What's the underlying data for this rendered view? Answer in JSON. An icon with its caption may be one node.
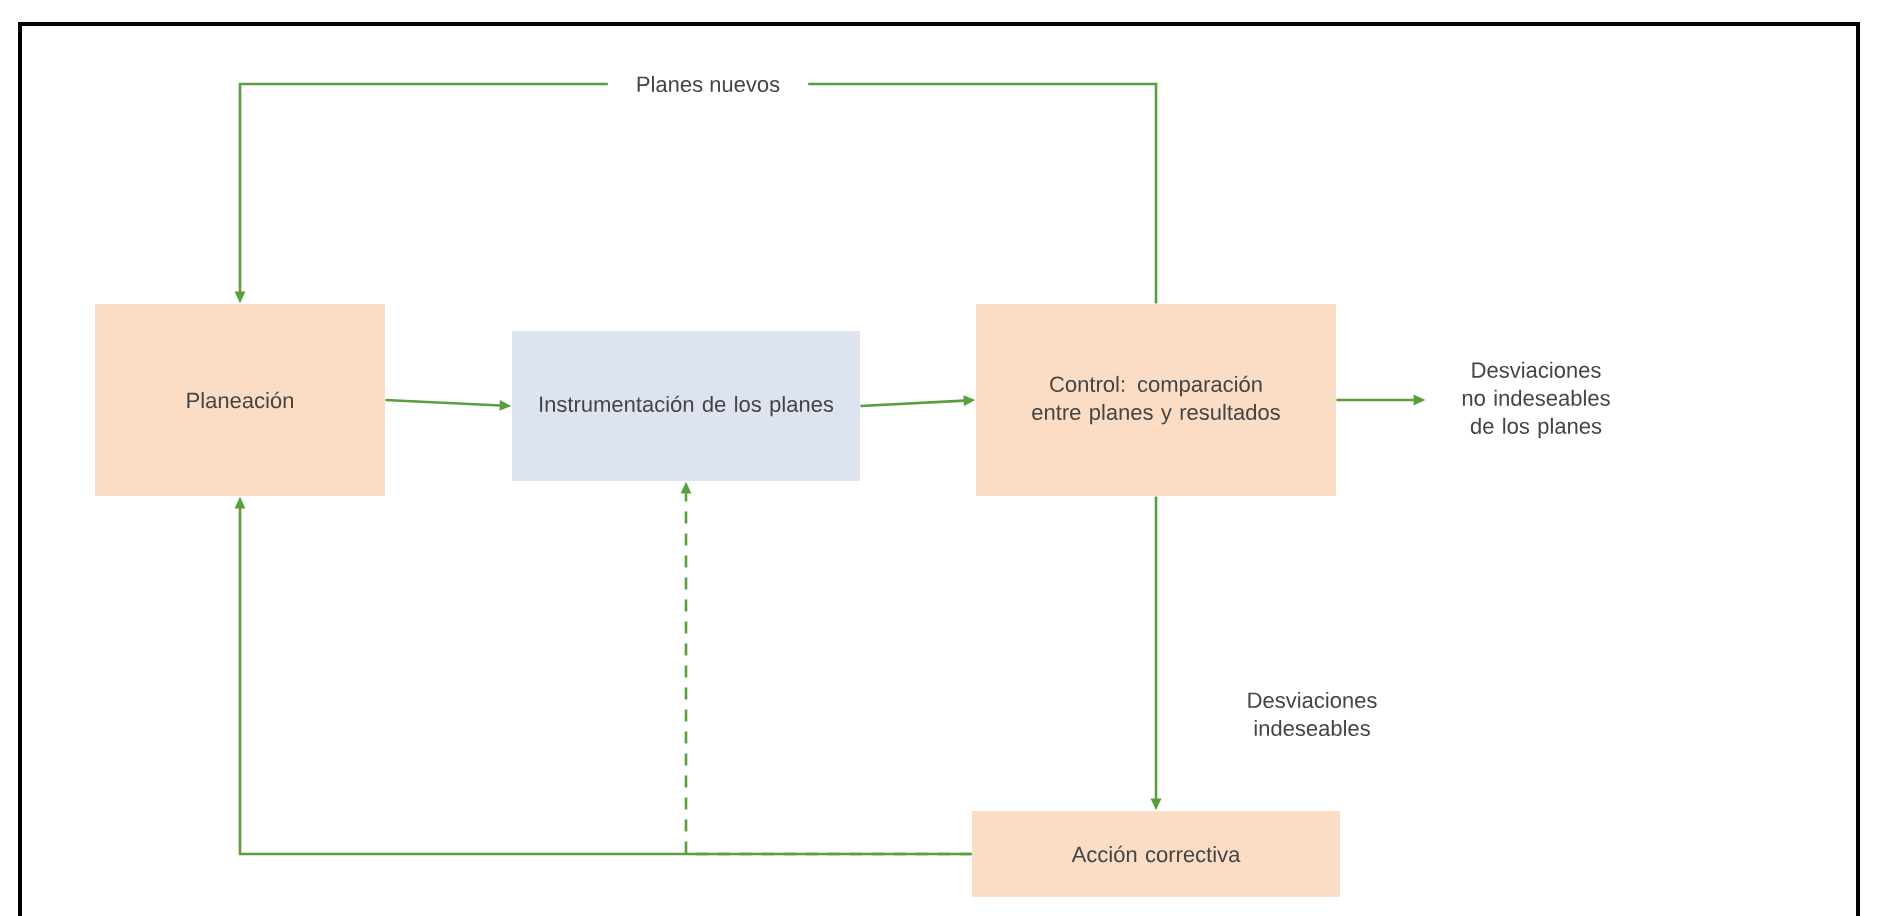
{
  "diagram": {
    "nodes": [
      {
        "text": [
          "Planeación"
        ]
      },
      {
        "text": [
          "Instrumentación de los planes"
        ]
      },
      {
        "text": [
          "Control: comparación entre planes y resultados"
        ]
      },
      {
        "text": [
          "Desviaciones no indeseables de los planes"
        ]
      },
      {
        "text": [
          "Acción correctiva"
        ]
      }
    ],
    "edges": [
      {
        "from": 0,
        "to": 1,
        "arrow": "to"
      },
      {
        "from": 1,
        "to": 2,
        "arrow": "to"
      },
      {
        "from": 2,
        "to": 3,
        "arrow": "to"
      },
      {
        "from": 2,
        "to": 4,
        "arrow": "to",
        "label": "Desviaciones indeseables"
      },
      {
        "from": 4,
        "to": 0,
        "arrow": "to"
      },
      {
        "from": 4,
        "to": 1,
        "arrow": "to",
        "style": "dashed"
      },
      {
        "from": 2,
        "to": 0,
        "arrow": "to",
        "label": "Planes nuevos"
      }
    ]
  }
}
